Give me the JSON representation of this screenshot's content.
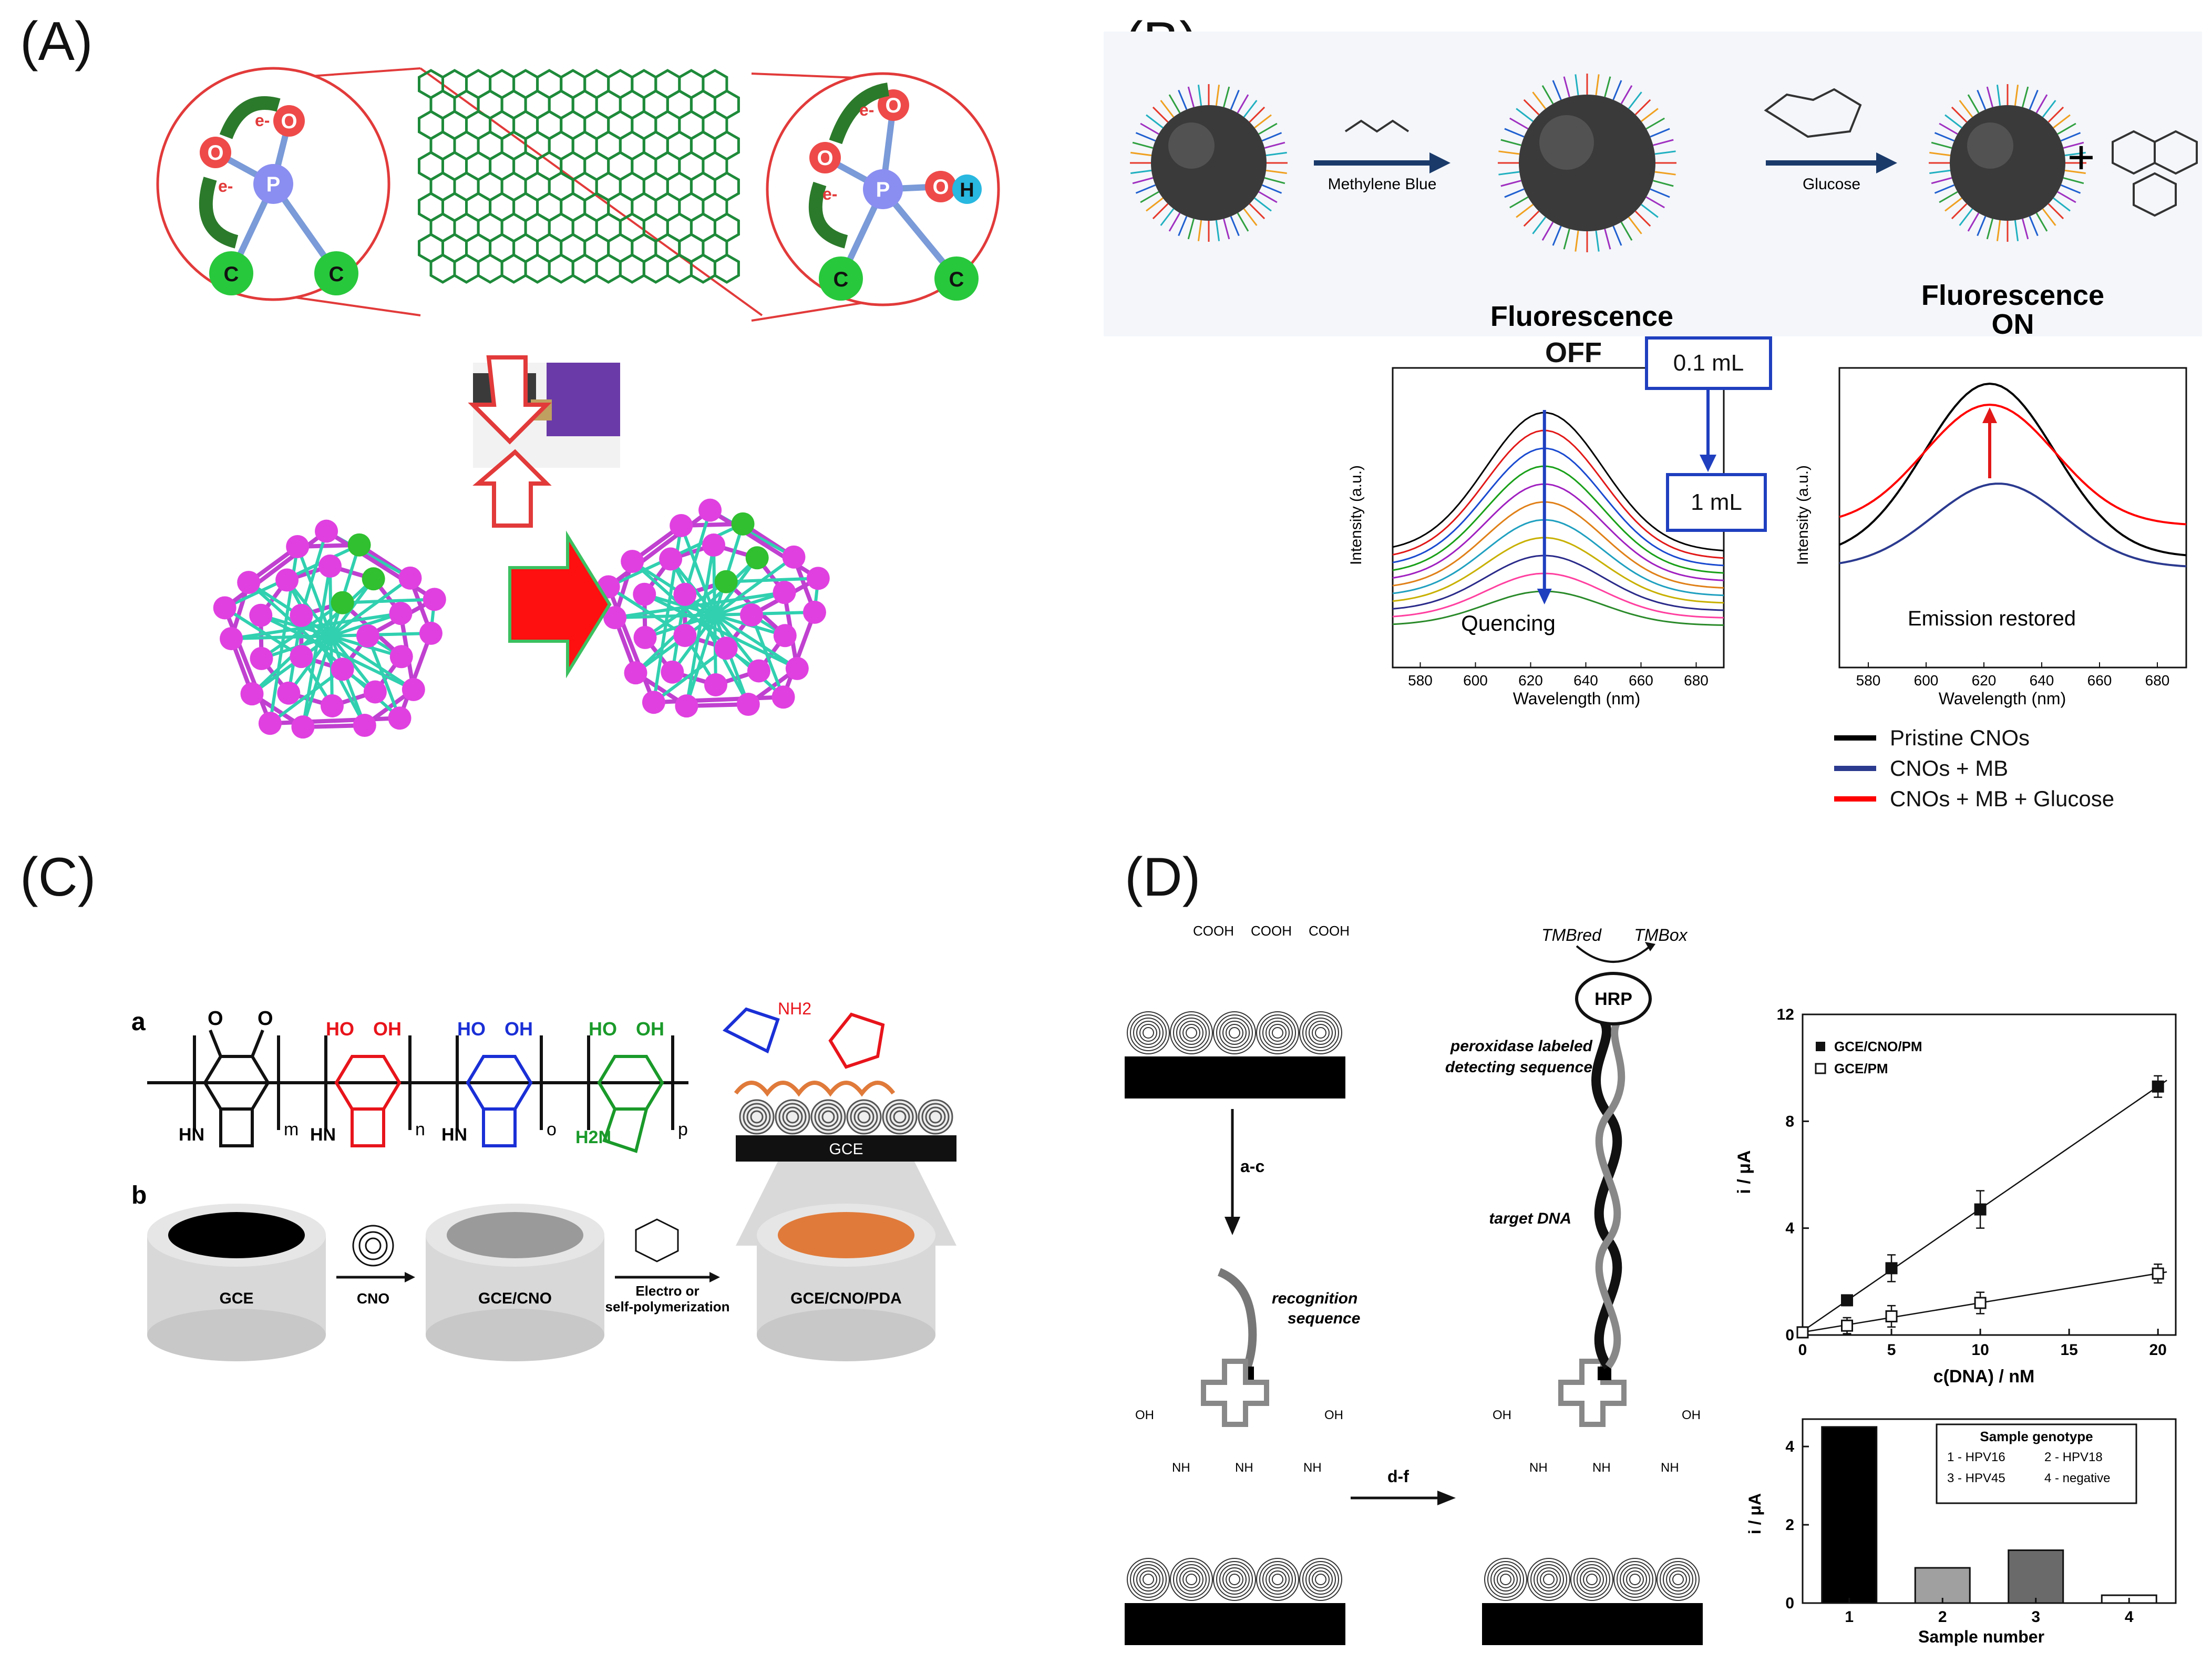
{
  "panels": {
    "a": {
      "label": "(A)"
    },
    "b": {
      "label": "(B)"
    },
    "c": {
      "label": "(C)"
    },
    "d": {
      "label": "(D)"
    }
  },
  "panel_a": {
    "electron_label": "e-",
    "atom_p": "P",
    "atom_o": "O",
    "atom_c": "C",
    "atom_h": "H"
  },
  "panel_b": {
    "reagent1": "Methylene Blue",
    "reagent2": "Glucose",
    "state_off_1": "Fluorescence",
    "state_off_2": "OFF",
    "state_on_1": "Fluorescence",
    "state_on_2": "ON",
    "plus": "+",
    "vol_start": "0.1 mL",
    "vol_end": "1 mL",
    "quench_text": "Quencing",
    "restore_text": "Emission restored",
    "legend": [
      "Pristine CNOs",
      "CNOs + MB",
      "CNOs + MB + Glucose"
    ],
    "colors": {
      "pristine": "#000000",
      "mb": "#2b3a8f",
      "glucose": "#ff0000",
      "arrow_blue": "#1f3fbf"
    }
  },
  "panel_c": {
    "row_a": "a",
    "row_b": "b",
    "sub_m": "m",
    "sub_n": "n",
    "sub_o": "o",
    "sub_p": "p",
    "hn": "HN",
    "ho": "HO",
    "oh": "OH",
    "h2n": "H2N",
    "nh2": "NH2",
    "o": "O",
    "gce_top": "GCE",
    "cyl1": "GCE",
    "cyl2": "GCE/CNO",
    "cyl3": "GCE/CNO/PDA",
    "step1": "CNO",
    "step2a": "Electro or",
    "step2b": "self-polymerization",
    "colors": {
      "red": "#e8141b",
      "blue": "#1a2fd6",
      "green": "#1a9a2a",
      "orange": "#e07a3a"
    }
  },
  "panel_d": {
    "cooh": "COOH",
    "step_ac": "a-c",
    "step_df": "d-f",
    "recognition_1": "recognition",
    "recognition_2": "sequence",
    "tmb_red": "TMBred",
    "tmb_ox": "TMBox",
    "hrp": "HRP",
    "perox_1": "peroxidase labeled",
    "perox_2": "detecting sequence",
    "target": "target DNA",
    "nh": "NH",
    "oh": "OH"
  },
  "chart_data": [
    {
      "type": "line",
      "title": "",
      "xlabel": "Wavelength (nm)",
      "ylabel": "Intensity (a.u.)",
      "xlim": [
        570,
        690
      ],
      "xticks": [
        580,
        600,
        620,
        640,
        660,
        680
      ],
      "series_count": 11,
      "peak_x": 625,
      "note_label": "Quencing",
      "annotations": [
        "0.1 mL",
        "1 mL"
      ]
    },
    {
      "type": "line",
      "title": "",
      "xlabel": "Wavelength (nm)",
      "ylabel": "Intensity (a.u.)",
      "xlim": [
        570,
        690
      ],
      "xticks": [
        580,
        600,
        620,
        640,
        660,
        680
      ],
      "series": [
        {
          "name": "Pristine CNOs",
          "peak_x": 622,
          "color": "#000000"
        },
        {
          "name": "CNOs + MB",
          "peak_x": 625,
          "color": "#2b3a8f"
        },
        {
          "name": "CNOs + MB + Glucose",
          "peak_x": 622,
          "color": "#ff0000"
        }
      ],
      "note_label": "Emission restored"
    },
    {
      "type": "scatter",
      "title": "",
      "xlabel": "c(DNA) / nM",
      "ylabel": "i / μA",
      "xlim": [
        0,
        21
      ],
      "ylim": [
        0,
        12
      ],
      "xticks": [
        0,
        5,
        10,
        15,
        20
      ],
      "yticks": [
        0,
        4,
        8,
        12
      ],
      "series": [
        {
          "name": "GCE/CNO/PM",
          "x": [
            0,
            2.5,
            5,
            10,
            20
          ],
          "y": [
            0.1,
            1.3,
            2.5,
            4.7,
            9.3
          ],
          "err": [
            0.1,
            0.2,
            0.5,
            0.7,
            0.4
          ],
          "marker": "filled-square"
        },
        {
          "name": "GCE/PM",
          "x": [
            0,
            2.5,
            5,
            10,
            20
          ],
          "y": [
            0.1,
            0.35,
            0.7,
            1.2,
            2.3
          ],
          "err": [
            0.1,
            0.3,
            0.4,
            0.4,
            0.35
          ],
          "marker": "open-square"
        }
      ]
    },
    {
      "type": "bar",
      "title": "",
      "xlabel": "Sample number",
      "ylabel": "i / μA",
      "ylim": [
        0,
        4.7
      ],
      "yticks": [
        0,
        2,
        4
      ],
      "categories": [
        "1",
        "2",
        "3",
        "4"
      ],
      "values": [
        4.5,
        0.9,
        1.35,
        0.2
      ],
      "bar_colors": [
        "#000000",
        "#a0a0a0",
        "#6a6a6a",
        "#ffffff"
      ],
      "legend_title": "Sample genotype",
      "legend_items": [
        "1 - HPV16",
        "2 - HPV18",
        "3 - HPV45",
        "4 - negative"
      ]
    }
  ]
}
